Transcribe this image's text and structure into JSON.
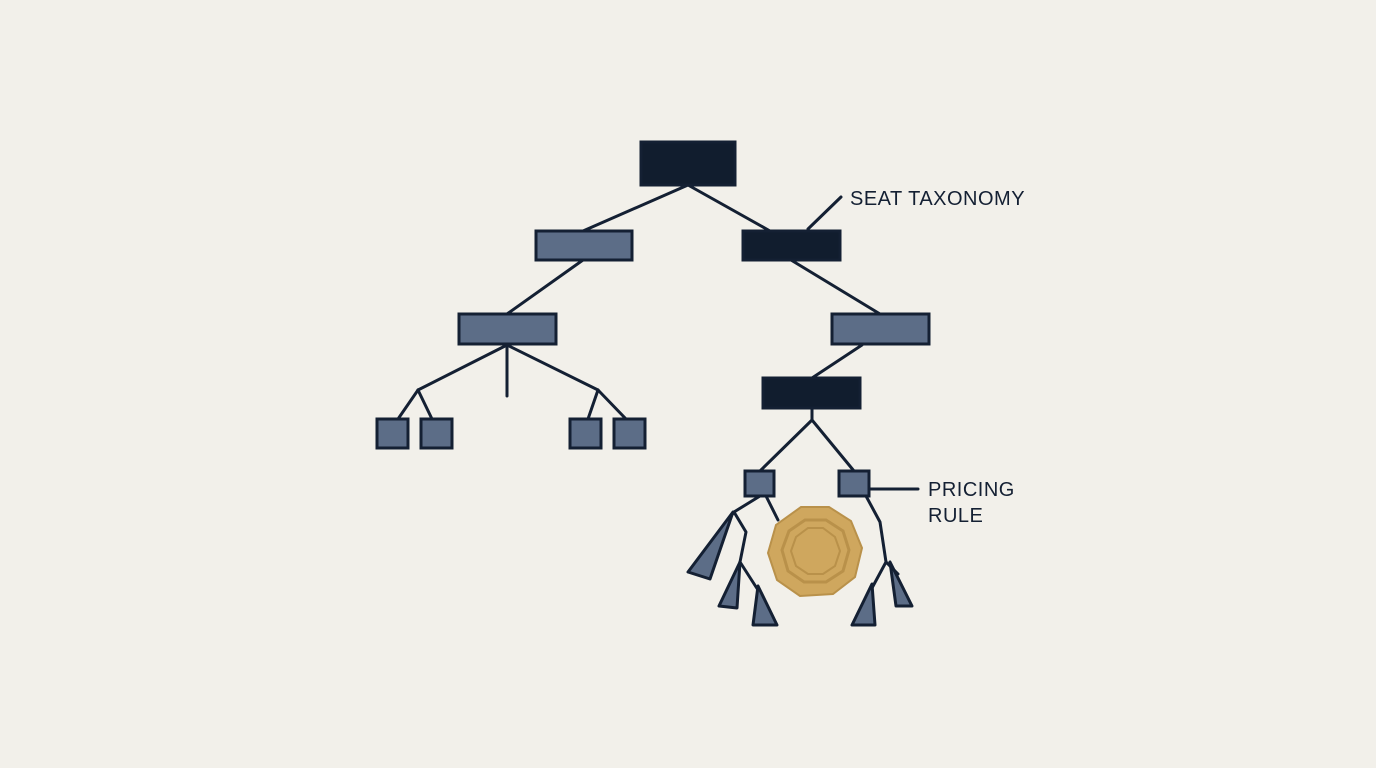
{
  "callouts": {
    "seat_taxonomy": "SEAT TAXONOMY",
    "pricing_rule_line1": "PRICING",
    "pricing_rule_line2": "RULE"
  },
  "colors": {
    "background": "#f2f0ea",
    "ink": "#142033",
    "dark_node": "#111d2e",
    "mid_node": "#5c6d87",
    "coin": "#cfa75e",
    "coin_ring": "#b9914a"
  },
  "icons": {
    "coin": "octagon-coin-icon"
  }
}
